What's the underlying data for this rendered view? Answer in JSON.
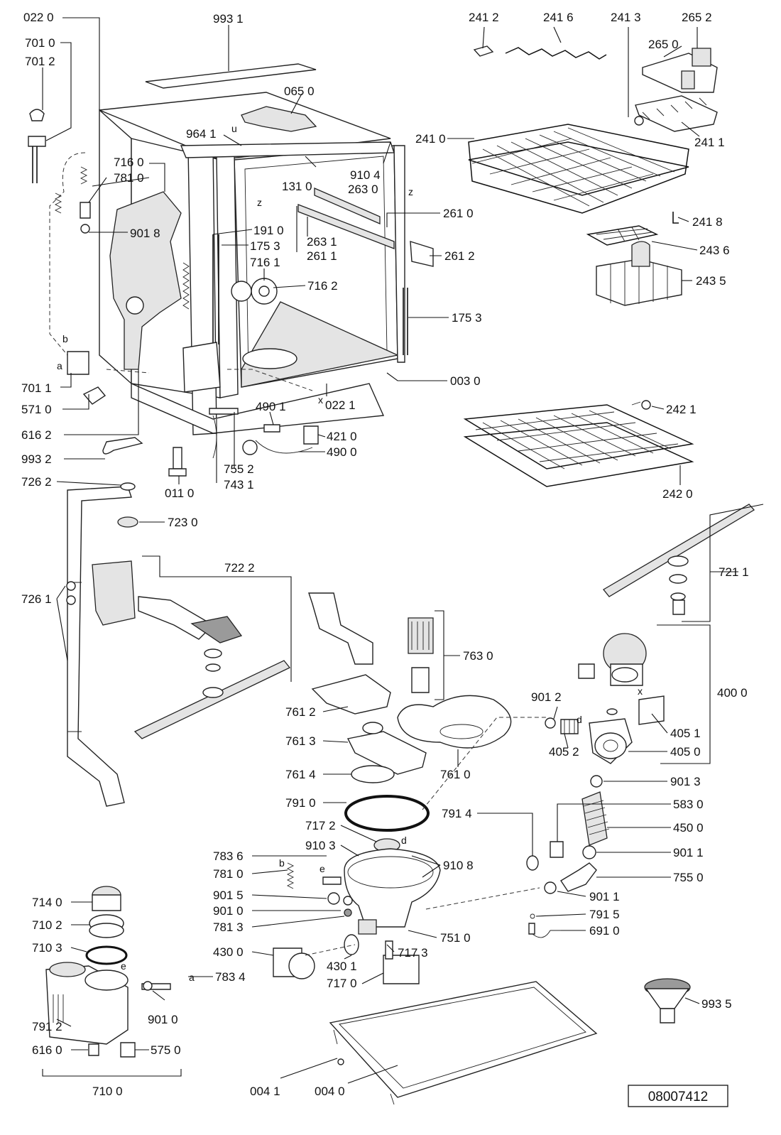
{
  "labels": {
    "l0220": "022 0",
    "l7010": "701 0",
    "l7012": "701 2",
    "l9931": "993 1",
    "l0650": "065 0",
    "l9641": "964 1",
    "l7160": "716 0",
    "l7810": "781 0",
    "l9104": "910 4",
    "l1310": "131 0",
    "l2630": "263 0",
    "l9018": "901 8",
    "l1910": "191 0",
    "l2631": "263 1",
    "l1753a": "175 3",
    "l2611": "261 1",
    "l2610": "261 0",
    "l2612": "261 2",
    "l7161": "716 1",
    "l7162": "716 2",
    "l1753b": "175 3",
    "l0030": "003 0",
    "l7011": "701 1",
    "l5710": "571 0",
    "l4901": "490 1",
    "l0221": "022 1",
    "l4210": "421 0",
    "l4900": "490 0",
    "l6162": "616 2",
    "l9932": "993 2",
    "l7552": "755 2",
    "l7431": "743 1",
    "l0110": "011 0",
    "l7262": "726 2",
    "l7230": "723 0",
    "l7222": "722 2",
    "l7261": "726 1",
    "l2412": "241 2",
    "l2416": "241 6",
    "l2413": "241 3",
    "l2652": "265 2",
    "l2650": "265 0",
    "l2410": "241 0",
    "l2411": "241 1",
    "l2418": "241 8",
    "l2436": "243 6",
    "l2435": "243 5",
    "l2421": "242 1",
    "l2420": "242 0",
    "l7211": "721 1",
    "l7630": "763 0",
    "l7612": "761 2",
    "l7613": "761 3",
    "l7614": "761 4",
    "l7610": "761 0",
    "l9012a": "901 2",
    "l4000": "400 0",
    "l4051": "405 1",
    "l4052": "405 2",
    "l4050": "405 0",
    "l9013": "901 3",
    "l7910": "791 0",
    "l7914": "791 4",
    "l5830": "583 0",
    "l7172": "717 2",
    "l4500": "450 0",
    "l9103": "910 3",
    "l7836": "783 6",
    "l9108": "910 8",
    "l9011a": "901 1",
    "l7810b": "781 0",
    "l7550": "755 0",
    "l9015": "901 5",
    "l9011b": "901 1",
    "l9010a": "901 0",
    "l7915": "791 5",
    "l7813": "781 3",
    "l6910": "691 0",
    "l7510": "751 0",
    "l4300": "430 0",
    "l7173": "717 3",
    "l4301": "430 1",
    "l7170": "717 0",
    "l7140": "714 0",
    "l7102": "710 2",
    "l7103": "710 3",
    "l7834": "783 4",
    "l9010b": "901 0",
    "l7912": "791 2",
    "l5750": "575 0",
    "l6160": "616 0",
    "l7100": "710 0",
    "l0041": "004 1",
    "l0040": "004 0",
    "l9935": "993 5"
  },
  "letters": {
    "b1": "b",
    "a1": "a",
    "u1": "u",
    "z1": "z",
    "z2": "z",
    "x1": "x",
    "x2": "x",
    "d1": "d",
    "d2": "d",
    "e1": "e",
    "e2": "e",
    "b2": "b",
    "a2": "a"
  },
  "reference": "08007412"
}
